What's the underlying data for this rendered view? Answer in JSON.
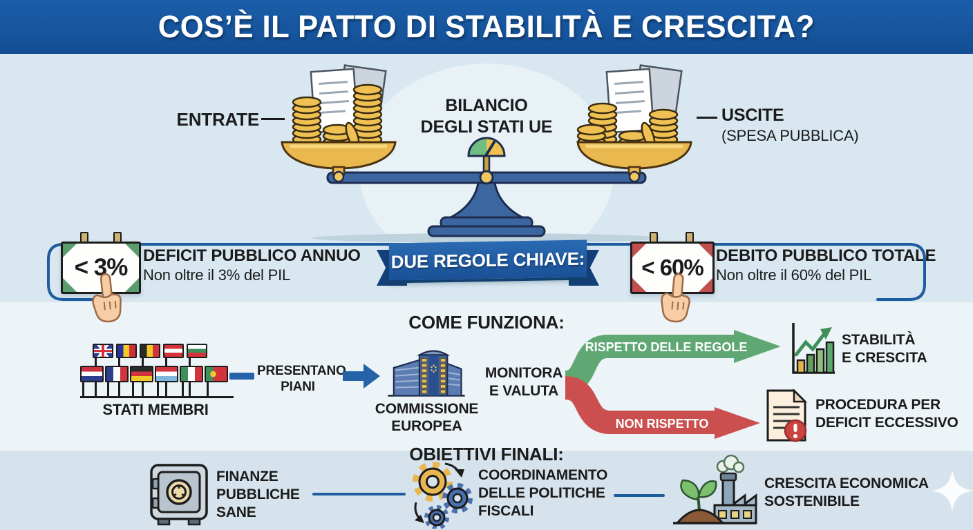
{
  "header": {
    "title": "COS’È IL PATTO DI STABILITÀ E CRESCITA?"
  },
  "balance": {
    "left_label": "ENTRATE",
    "center_label": [
      "BILANCIO",
      "DEGLI STATI UE"
    ],
    "right_label": "USCITE",
    "right_sublabel": "(SPESA PUBBLICA)"
  },
  "rules": {
    "banner": "DUE REGOLE CHIAVE:",
    "deficit": {
      "badge": "< 3%",
      "title": "DEFICIT PUBBLICO ANNUO",
      "subtitle": "Non oltre il 3% del PIL"
    },
    "debt": {
      "badge": "< 60%",
      "title": "DEBITO PUBBLICO TOTALE",
      "subtitle": "Non oltre il 60% del PIL"
    }
  },
  "process": {
    "heading": "COME FUNZIONA:",
    "members_label": "STATI MEMBRI",
    "member_flags": [
      "uk",
      "romania",
      "belgium",
      "austria",
      "bulgaria",
      "netherlands",
      "france",
      "germany",
      "luxembourg",
      "italy",
      "portugal"
    ],
    "step_submit": [
      "PRESENTANO",
      "PIANI"
    ],
    "commission_label": [
      "COMMISSIONE",
      "EUROPEA"
    ],
    "monitor_label": [
      "MONITORA",
      "E VALUTA"
    ],
    "compliant_arrow": "RISPETTO DELLE REGOLE",
    "compliant_outcome": [
      "STABILITÀ",
      "E CRESCITA"
    ],
    "noncompliant_arrow": "NON RISPETTO",
    "noncompliant_outcome": [
      "PROCEDURA PER",
      "DEFICIT ECCESSIVO"
    ]
  },
  "goals": {
    "heading": "OBIETTIVI FINALI:",
    "goal1": [
      "FINANZE",
      "PUBBLICHE",
      "SANE"
    ],
    "goal2": [
      "COORDINAMENTO",
      "DELLE POLITICHE",
      "FISCALI"
    ],
    "goal3": [
      "CRESCITA ECONOMICA",
      "SOSTENIBILE"
    ]
  },
  "colors": {
    "header_blue": "#15549e",
    "ribbon_blue": "#1f5ea6",
    "bracket_blue": "#1d5c9e",
    "arrow_blue": "#2563a8",
    "compliant_green": "#5fa873",
    "noncompliant_red": "#cc4f4f",
    "gold": "#e9b84f",
    "rule_badge_green": "#5a9e6f",
    "rule_badge_red": "#c0504d"
  }
}
